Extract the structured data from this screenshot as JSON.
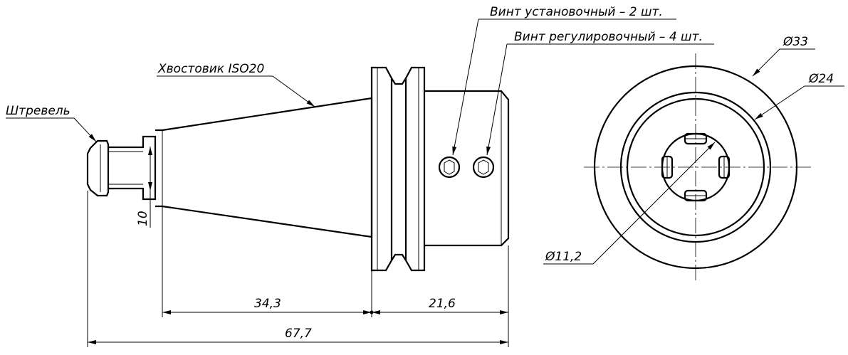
{
  "labels": {
    "pull_stud": "Штревель",
    "shank": "Хвостовик ISO20",
    "set_screw": "Винт установочный – 2 шт.",
    "adjust_screw": "Винт регулировочный – 4 шт."
  },
  "dimensions": {
    "neck_diameter": "10",
    "cone_length": "34,3",
    "body_length": "21,6",
    "total_length": "67,7",
    "outer_diameter": "Ø33",
    "middle_diameter": "Ø24",
    "inner_diameter": "Ø11,2"
  }
}
